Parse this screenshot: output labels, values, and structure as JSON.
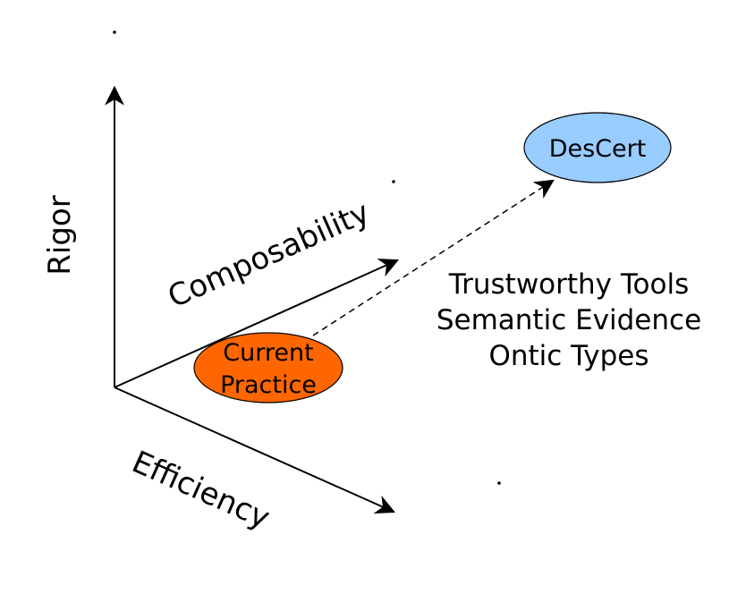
{
  "axes": {
    "rigor": "Rigor",
    "composability": "Composability",
    "efficiency": "Efficiency"
  },
  "nodes": {
    "current_practice": {
      "line1": "Current",
      "line2": "Practice",
      "fill": "#ff6600"
    },
    "descert": {
      "label": "DesCert",
      "fill": "#99ccff"
    }
  },
  "features": {
    "line1": "Trustworthy Tools",
    "line2": "Semantic Evidence",
    "line3": "Ontic Types"
  },
  "colors": {
    "stroke": "#000000"
  }
}
